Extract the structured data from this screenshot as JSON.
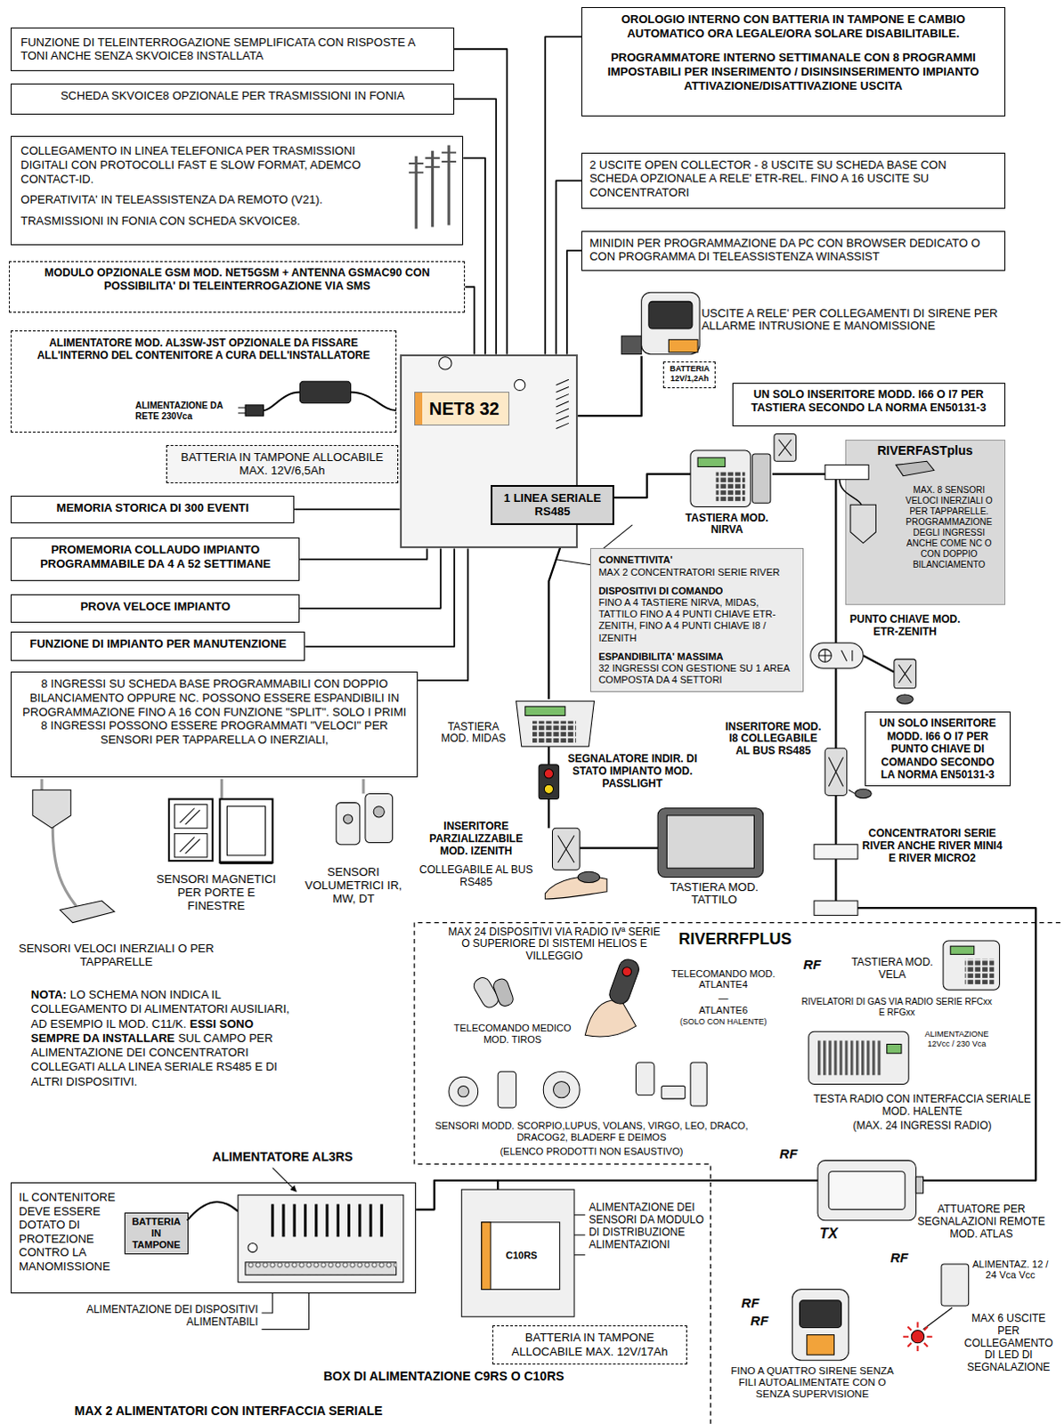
{
  "diagram": {
    "nodes": [
      {
        "text": [
          "FUNZIONE DI TELEINTERROGAZIONE SEMPLIFICATA CON RISPOSTE A TONI ANCHE SENZA SKVOICE8 INSTALLATA"
        ]
      },
      {
        "text": [
          "SCHEDA SKVOICE8 OPZIONALE PER TRASMISSIONI IN FONIA"
        ]
      },
      {
        "text": [
          "COLLEGAMENTO IN LINEA TELEFONICA PER TRASMISSIONI DIGITALI CON PROTOCOLLI FAST E SLOW FORMAT, ADEMCO CONTACT-ID.",
          "OPERATIVITA' IN TELEASSISTENZA DA REMOTO (V21).",
          "TRASMISSIONI IN FONIA CON SCHEDA SKVOICE8."
        ]
      },
      {
        "text": [
          "MODULO OPZIONALE GSM MOD. NET5GSM + ANTENNA GSMAC90 CON POSSIBILITA' DI TELEINTERROGAZIONE VIA SMS"
        ]
      },
      {
        "text": [
          "ALIMENTATORE MOD. AL3SW-JST OPZIONALE DA FISSARE ALL'INTERNO DEL CONTENITORE A CURA DELL'INSTALLATORE",
          "ALIMENTAZIONE DA RETE 230Vca"
        ]
      },
      {
        "text": [
          "BATTERIA IN TAMPONE ALLOCABILE MAX. 12V/6,5Ah"
        ]
      },
      {
        "text": [
          "MEMORIA STORICA DI 300 EVENTI"
        ]
      },
      {
        "text": [
          "PROMEMORIA COLLAUDO IMPIANTO PROGRAMMABILE DA 4 A 52 SETTIMANE"
        ]
      },
      {
        "text": [
          "PROVA VELOCE IMPIANTO"
        ]
      },
      {
        "text": [
          "FUNZIONE DI IMPIANTO PER MANUTENZIONE"
        ]
      },
      {
        "text": [
          "8 INGRESSI SU SCHEDA BASE PROGRAMMABILI CON DOPPIO BILANCIAMENTO OPPURE NC. POSSONO ESSERE ESPANDIBILI IN PROGRAMMAZIONE FINO A 16 CON FUNZIONE \"SPLIT\". SOLO I PRIMI 8 INGRESSI POSSONO ESSERE PROGRAMMATI \"VELOCI\" PER SENSORI PER TAPPARELLA O INERZIALI,"
        ]
      },
      {
        "text": [
          "NET8 32"
        ]
      },
      {
        "text": [
          "1 LINEA SERIALE RS485"
        ]
      },
      {
        "text": [
          "CONNETTIVITA'",
          "MAX 2 CONCENTRATORI SERIE RIVER",
          "DISPOSITIVI DI COMANDO",
          "FINO A 4 TASTIERE NIRVA, MIDAS, TATTILO FINO A 4 PUNTI CHIAVE ETR-ZENITH, FINO A 4 PUNTI CHIAVE I8 / IZENITH",
          "ESPANDIBILITA' MASSIMA",
          "32 INGRESSI CON GESTIONE SU 1 AREA COMPOSTA DA 4 SETTORI"
        ]
      },
      {
        "text": [
          "OROLOGIO INTERNO CON BATTERIA IN TAMPONE E CAMBIO AUTOMATICO ORA LEGALE/ORA SOLARE DISABILITABILE.",
          "PROGRAMMATORE INTERNO SETTIMANALE CON 8 PROGRAMMI IMPOSTABILI PER INSERIMENTO / DISINSINSERIMENTO IMPIANTO ATTIVAZIONE/DISATTIVAZIONE USCITA"
        ]
      },
      {
        "text": [
          "2 USCITE OPEN COLLECTOR - 8 USCITE SU SCHEDA BASE CON SCHEDA OPZIONALE A RELE' ETR-REL. FINO A 16 USCITE SU CONCENTRATORI"
        ]
      },
      {
        "text": [
          "MINIDIN PER PROGRAMMAZIONE DA PC CON BROWSER DEDICATO O CON PROGRAMMA DI TELEASSISTENZA WINASSIST"
        ]
      },
      {
        "text": [
          "BATTERIA 12V/1,2Ah"
        ]
      },
      {
        "text": [
          "UN SOLO INSERITORE MODD. I66 O I7 PER TASTIERA SECONDO LA NORMA EN50131-3"
        ]
      },
      {
        "text": [
          "RIVERFASTplus",
          "MAX. 8 SENSORI VELOCI INERZIALI O PER TAPPARELLE. PROGRAMMAZIONE DEGLI INGRESSI ANCHE COME NC O CON DOPPIO BILANCIAMENTO"
        ]
      },
      {
        "text": [
          "UN SOLO INSERITORE MODD. I66 O I7 PER PUNTO CHIAVE DI COMANDO SECONDO LA NORMA EN50131-3"
        ]
      },
      {
        "text": [
          "IL CONTENITORE DEVE ESSERE DOTATO DI PROTEZIONE CONTRO LA MANOMISSIONE"
        ]
      },
      {
        "text": [
          "BATTERIA IN TAMPONE"
        ],
        "in": 21
      },
      {
        "text": [
          "BATTERIA IN TAMPONE ALLOCABILE MAX. 12V/17Ah"
        ]
      }
    ],
    "edges": [
      {
        "from": 0,
        "to": 11,
        "arrow": "none"
      },
      {
        "from": 1,
        "to": 11,
        "arrow": "none"
      },
      {
        "from": 2,
        "to": 11,
        "arrow": "none"
      },
      {
        "from": 3,
        "to": 11,
        "arrow": "none"
      },
      {
        "from": 6,
        "to": 11,
        "arrow": "none"
      },
      {
        "from": 7,
        "to": 11,
        "arrow": "none"
      },
      {
        "from": 8,
        "to": 11,
        "arrow": "none"
      },
      {
        "from": 9,
        "to": 11,
        "arrow": "none"
      },
      {
        "from": 10,
        "to": 11,
        "arrow": "none"
      },
      {
        "from": 14,
        "to": 11,
        "arrow": "none"
      },
      {
        "from": 15,
        "to": 11,
        "arrow": "none"
      },
      {
        "from": 16,
        "to": 11,
        "arrow": "none"
      }
    ],
    "labels": [
      "USCITE A RELE' PER COLLEGAMENTI DI SIRENE PER ALLARME INTRUSIONE E MANOMISSIONE",
      "TASTIERA MOD. NIRVA",
      "PUNTO CHIAVE MOD. ETR-ZENITH",
      "TASTIERA MOD. MIDAS",
      "SEGNALATORE INDIR. DI STATO IMPIANTO MOD. PASSLIGHT",
      "INSERITORE MOD. I8 COLLEGABILE AL BUS RS485",
      "INSERITORE PARZIALIZZABILE MOD. IZENITH",
      "COLLEGABILE AL BUS RS485",
      "TASTIERA MOD. TATTILO",
      "CONCENTRATORI SERIE RIVER ANCHE RIVER MINI4 E RIVER MICRO2",
      "SENSORI VELOCI INERZIALI O PER TAPPARELLE",
      "SENSORI MAGNETICI PER PORTE E FINESTRE",
      "SENSORI VOLUMETRICI IR, MW, DT",
      "NOTA:",
      "LO SCHEMA NON INDICA IL COLLEGAMENTO DI ALIMENTATORI AUSILIARI, AD ESEMPIO IL MOD. C11/K.",
      "ESSI SONO SEMPRE DA INSTALLARE",
      "SUL CAMPO PER ALIMENTAZIONE DEI CONCENTRATORI COLLEGATI ALLA LINEA SERIALE RS485 E DI ALTRI DISPOSITIVI.",
      "MAX 24 DISPOSITIVI VIA RADIO IVª SERIE O SUPERIORE DI SISTEMI HELIOS E VILLEGGIO",
      "RIVERRFPLUS",
      "TELECOMANDO MOD. ATLANTE4",
      "—",
      "ATLANTE6",
      "(SOLO CON HALENTE)",
      "TASTIERA MOD. VELA",
      "RIVELATORI DI GAS VIA RADIO SERIE RFCxx E RFGxx",
      "ALIMENTAZIONE 12Vcc / 230 Vca",
      "TELECOMANDO MEDICO MOD. TIROS",
      "SENSORI MODD. SCORPIO,LUPUS, VOLANS, VIRGO, LEO, DRACO, DRACOG2, BLADERF E DEIMOS",
      "(ELENCO PRODOTTI NON ESAUSTIVO)",
      "TESTA RADIO CON INTERFACCIA SERIALE MOD. HALENTE",
      "(MAX. 24 INGRESSI RADIO)",
      "RF",
      "RF",
      "TX",
      "RF",
      "RF",
      "RF",
      "ATTUATORE PER SEGNALAZIONI REMOTE MOD. ATLAS",
      "ALIMENTAZ. 12 / 24 Vca Vcc",
      "MAX 6 USCITE PER COLLEGAMENTO DI LED DI SEGNALAZIONE",
      "FINO A QUATTRO SIRENE SENZA FILI AUTOALIMENTATE CON O SENZA SUPERVISIONE",
      "ALIMENTATORE AL3RS",
      "ALIMENTAZIONE DEI DISPOSITIVI ALIMENTABILI",
      "ALIMENTAZIONE DEI SENSORI DA MODULO DI DISTRIBUZIONE ALIMENTAZIONI",
      "C10RS",
      "BOX DI ALIMENTAZIONE C9RS O C10RS",
      "MAX 2 ALIMENTATORI CON INTERFACCIA SERIALE"
    ]
  }
}
